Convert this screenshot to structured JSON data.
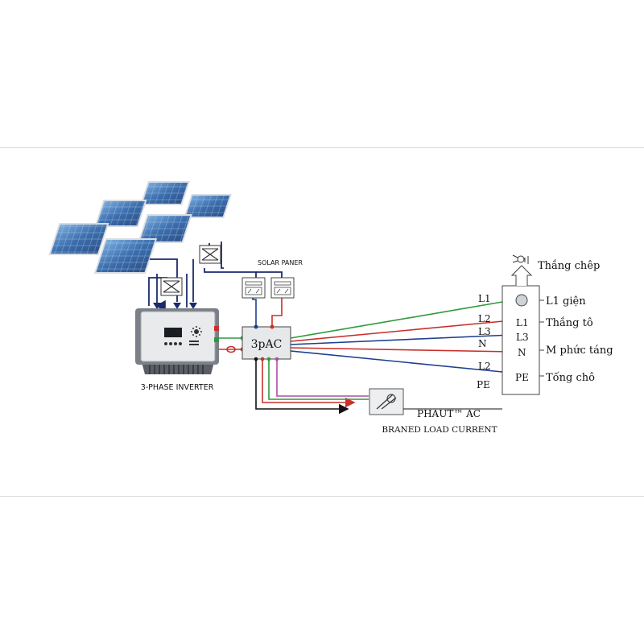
{
  "diagram": {
    "inverter_label": "3-PHASE INVERTER",
    "solar_panel_label": "SOLAR PANER",
    "ac_box_label": "3pAC",
    "load_label": "BRANED LOAD CURRENT",
    "phase_ac_label": "PHAUT™ AC",
    "right_panel": {
      "top_label": "Thắng chêp",
      "inside_labels": [
        "L1",
        "L3",
        "N",
        "PE"
      ],
      "side_labels": [
        "L1 giện",
        "Thắng tô",
        "M phức táng",
        "Tống chô"
      ]
    },
    "line_labels": [
      "L1",
      "L2",
      "L3",
      "N",
      "L2",
      "PE"
    ]
  },
  "colors": {
    "green": "#2e9a3c",
    "red": "#c8302c",
    "blue": "#1f3f8f",
    "navy": "#1b2a6b",
    "purple": "#b04aa8",
    "orange": "#d2553a",
    "black": "#111111",
    "panel_blue": "#3f78b8"
  }
}
